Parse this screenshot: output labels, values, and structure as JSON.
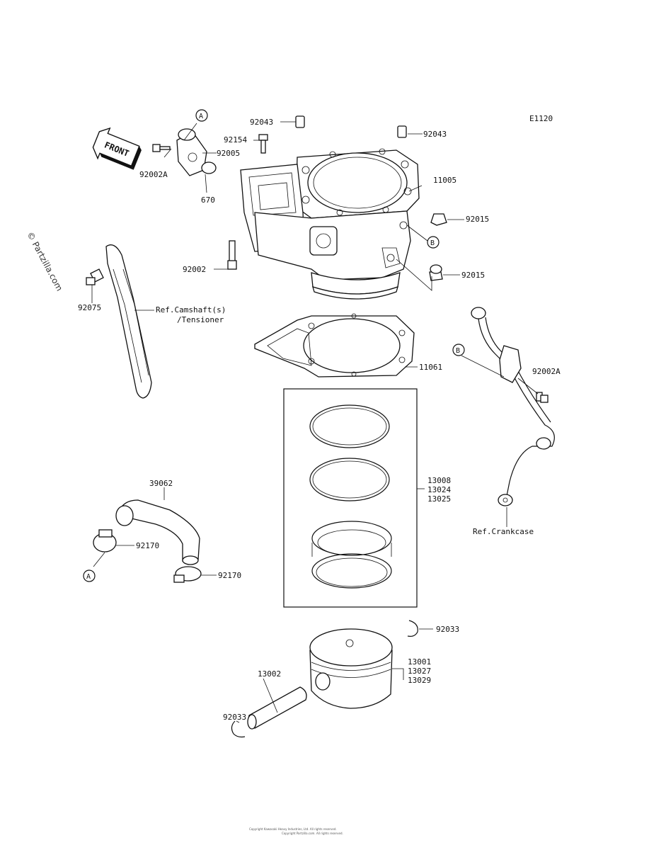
{
  "diagram_code": "E1120",
  "watermark": "© Partzilla.com",
  "front_label": "FRONT",
  "parts": {
    "p92043a": "92043",
    "p92043b": "92043",
    "p92154": "92154",
    "p92005": "92005",
    "p92002A_top": "92002A",
    "p670": "670",
    "p11005": "11005",
    "p92015a": "92015",
    "p92015b": "92015",
    "p92002": "92002",
    "p92075": "92075",
    "ref_camshaft_1": "Ref.Camshaft(s)",
    "ref_camshaft_2": "/Tensioner",
    "p11061": "11061",
    "p92002A_right": "92002A",
    "p13008": "13008",
    "p13024": "13024",
    "p13025": "13025",
    "ref_crankcase": "Ref.Crankcase",
    "p39062": "39062",
    "p92170a": "92170",
    "p92170b": "92170",
    "p92033a": "92033",
    "p13001": "13001",
    "p13027": "13027",
    "p13029": "13029",
    "p13002": "13002",
    "p92033b": "92033"
  },
  "callouts": {
    "A_top": "A",
    "A_bottom": "A",
    "B_right": "B",
    "B_tube": "B"
  },
  "footer_1": "Copyright Kawasaki Heavy Industries, Ltd. All rights reserved.",
  "footer_2": "Copyright Partzilla.com. All rights reserved."
}
